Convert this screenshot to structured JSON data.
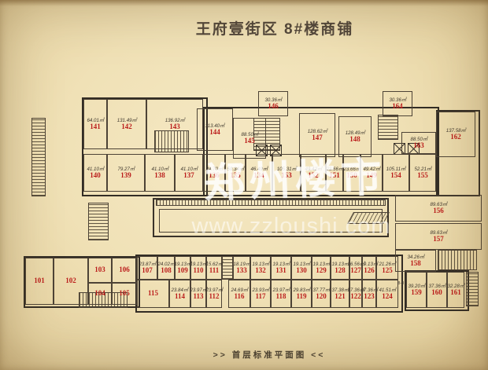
{
  "title": "王府壹街区 8#楼商铺",
  "caption": ">>   首层标准平面图   <<",
  "watermark": {
    "brand": "郑州楼市",
    "site": "www.zzloushi.com"
  },
  "plan": {
    "section_mark": "8-8",
    "units": [
      {
        "no": "101",
        "area": ""
      },
      {
        "no": "102",
        "area": ""
      },
      {
        "no": "103",
        "area": ""
      },
      {
        "no": "104",
        "area": ""
      },
      {
        "no": "105",
        "area": ""
      },
      {
        "no": "106",
        "area": ""
      },
      {
        "no": "107",
        "area": "23.87㎡"
      },
      {
        "no": "108",
        "area": "24.02㎡"
      },
      {
        "no": "109",
        "area": "19.13㎡"
      },
      {
        "no": "110",
        "area": "19.13㎡"
      },
      {
        "no": "111",
        "area": "15.62㎡"
      },
      {
        "no": "112",
        "area": "23.97㎡"
      },
      {
        "no": "113",
        "area": "23.97㎡"
      },
      {
        "no": "114",
        "area": "23.84㎡"
      },
      {
        "no": "115",
        "area": ""
      },
      {
        "no": "116",
        "area": "24.69㎡"
      },
      {
        "no": "117",
        "area": "23.93㎡"
      },
      {
        "no": "118",
        "area": "23.97㎡"
      },
      {
        "no": "119",
        "area": "29.83㎡"
      },
      {
        "no": "120",
        "area": "37.77㎡"
      },
      {
        "no": "121",
        "area": "37.38㎡"
      },
      {
        "no": "122",
        "area": "37.36㎡"
      },
      {
        "no": "123",
        "area": "37.36㎡"
      },
      {
        "no": "124",
        "area": "41.51㎡"
      },
      {
        "no": "125",
        "area": "21.26㎡"
      },
      {
        "no": "126",
        "area": "19.13㎡"
      },
      {
        "no": "127",
        "area": "16.56㎡"
      },
      {
        "no": "128",
        "area": "19.13㎡"
      },
      {
        "no": "129",
        "area": "19.13㎡"
      },
      {
        "no": "130",
        "area": "19.13㎡"
      },
      {
        "no": "131",
        "area": "19.13㎡"
      },
      {
        "no": "132",
        "area": "19.13㎡"
      },
      {
        "no": "133",
        "area": "18.19㎡"
      },
      {
        "no": "134",
        "area": "46.49㎡"
      },
      {
        "no": "135",
        "area": "50.34㎡"
      },
      {
        "no": "136",
        "area": "24.70㎡"
      },
      {
        "no": "137",
        "area": "41.10㎡"
      },
      {
        "no": "138",
        "area": "41.10㎡"
      },
      {
        "no": "139",
        "area": "79.27㎡"
      },
      {
        "no": "140",
        "area": "41.10㎡"
      },
      {
        "no": "141",
        "area": "64.01㎡"
      },
      {
        "no": "142",
        "area": "131.49㎡"
      },
      {
        "no": "143",
        "area": "136.92㎡"
      },
      {
        "no": "144",
        "area": "113.40㎡"
      },
      {
        "no": "145",
        "area": "88.50㎡"
      },
      {
        "no": "146",
        "area": "30.36㎡"
      },
      {
        "no": "147",
        "area": "128.62㎡"
      },
      {
        "no": "148",
        "area": "128.49㎡"
      },
      {
        "no": "149",
        "area": "49.42㎡"
      },
      {
        "no": "150",
        "area": "23.66㎡"
      },
      {
        "no": "151",
        "area": "23.66㎡"
      },
      {
        "no": "152",
        "area": "49.42㎡"
      },
      {
        "no": "153",
        "area": "105.31㎡"
      },
      {
        "no": "154",
        "area": "105.11㎡"
      },
      {
        "no": "155",
        "area": "52.21㎡"
      },
      {
        "no": "156",
        "area": "89.63㎡"
      },
      {
        "no": "157",
        "area": "89.63㎡"
      },
      {
        "no": "158",
        "area": "34.26㎡"
      },
      {
        "no": "159",
        "area": "39.20㎡"
      },
      {
        "no": "160",
        "area": "37.36㎡"
      },
      {
        "no": "161",
        "area": "32.28㎡"
      },
      {
        "no": "162",
        "area": "137.58㎡"
      },
      {
        "no": "163",
        "area": "88.50㎡"
      },
      {
        "no": "164",
        "area": "30.36㎡"
      }
    ]
  }
}
